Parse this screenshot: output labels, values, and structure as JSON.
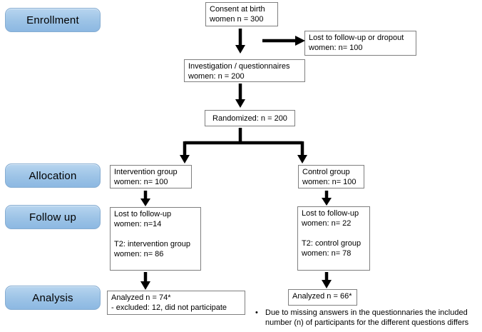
{
  "stages": [
    {
      "label": "Enrollment"
    },
    {
      "label": "Allocation"
    },
    {
      "label": "Follow up"
    },
    {
      "label": "Analysis"
    }
  ],
  "boxes": {
    "consent": {
      "lines": [
        "Consent at birth",
        "women n = 300"
      ]
    },
    "lost_dropout": {
      "lines": [
        "Lost to follow-up or dropout",
        "women: n= 100"
      ]
    },
    "investigation": {
      "lines": [
        "Investigation / questionnaires",
        "women: n = 200"
      ]
    },
    "randomized": {
      "lines": [
        "Randomized: n = 200"
      ]
    },
    "intervention": {
      "lines": [
        "Intervention group",
        "women: n= 100"
      ]
    },
    "control": {
      "lines": [
        "Control group",
        "women: n= 100"
      ]
    },
    "followup_intervention": {
      "lines": [
        "Lost to follow-up",
        "women: n=14",
        "",
        "T2: intervention group",
        "women: n= 86"
      ]
    },
    "followup_control": {
      "lines": [
        "Lost to follow-up",
        "women: n= 22",
        "",
        "T2: control group",
        "women: n= 78"
      ]
    },
    "analyzed_intervention": {
      "lines": [
        "Analyzed n = 74*",
        "- excluded: 12, did not participate"
      ]
    },
    "analyzed_control": {
      "lines": [
        "Analyzed n = 66*"
      ]
    }
  },
  "footnote": {
    "bullet": "•",
    "text": "Due to missing answers in the questionnaries the included number (n) of participants for the different questions differs"
  },
  "colors": {
    "stage_fill_top": "#b7d5ef",
    "stage_fill_bottom": "#8cb8e2",
    "stage_border": "#86add2",
    "box_border": "#7f7f7f",
    "arrow": "#000000"
  }
}
